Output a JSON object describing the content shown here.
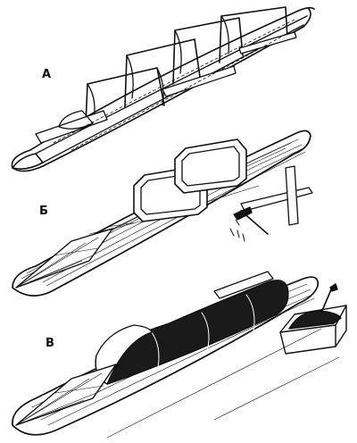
{
  "labels": {
    "a": "А",
    "b": "Б",
    "v": "В"
  },
  "icons": {
    "frame": "kayak-frame-icon",
    "planked": "planked-hull-icon",
    "covered": "covered-hull-icon",
    "tools": "hammer-and-nails-icon",
    "tray": "paint-tray-icon"
  }
}
